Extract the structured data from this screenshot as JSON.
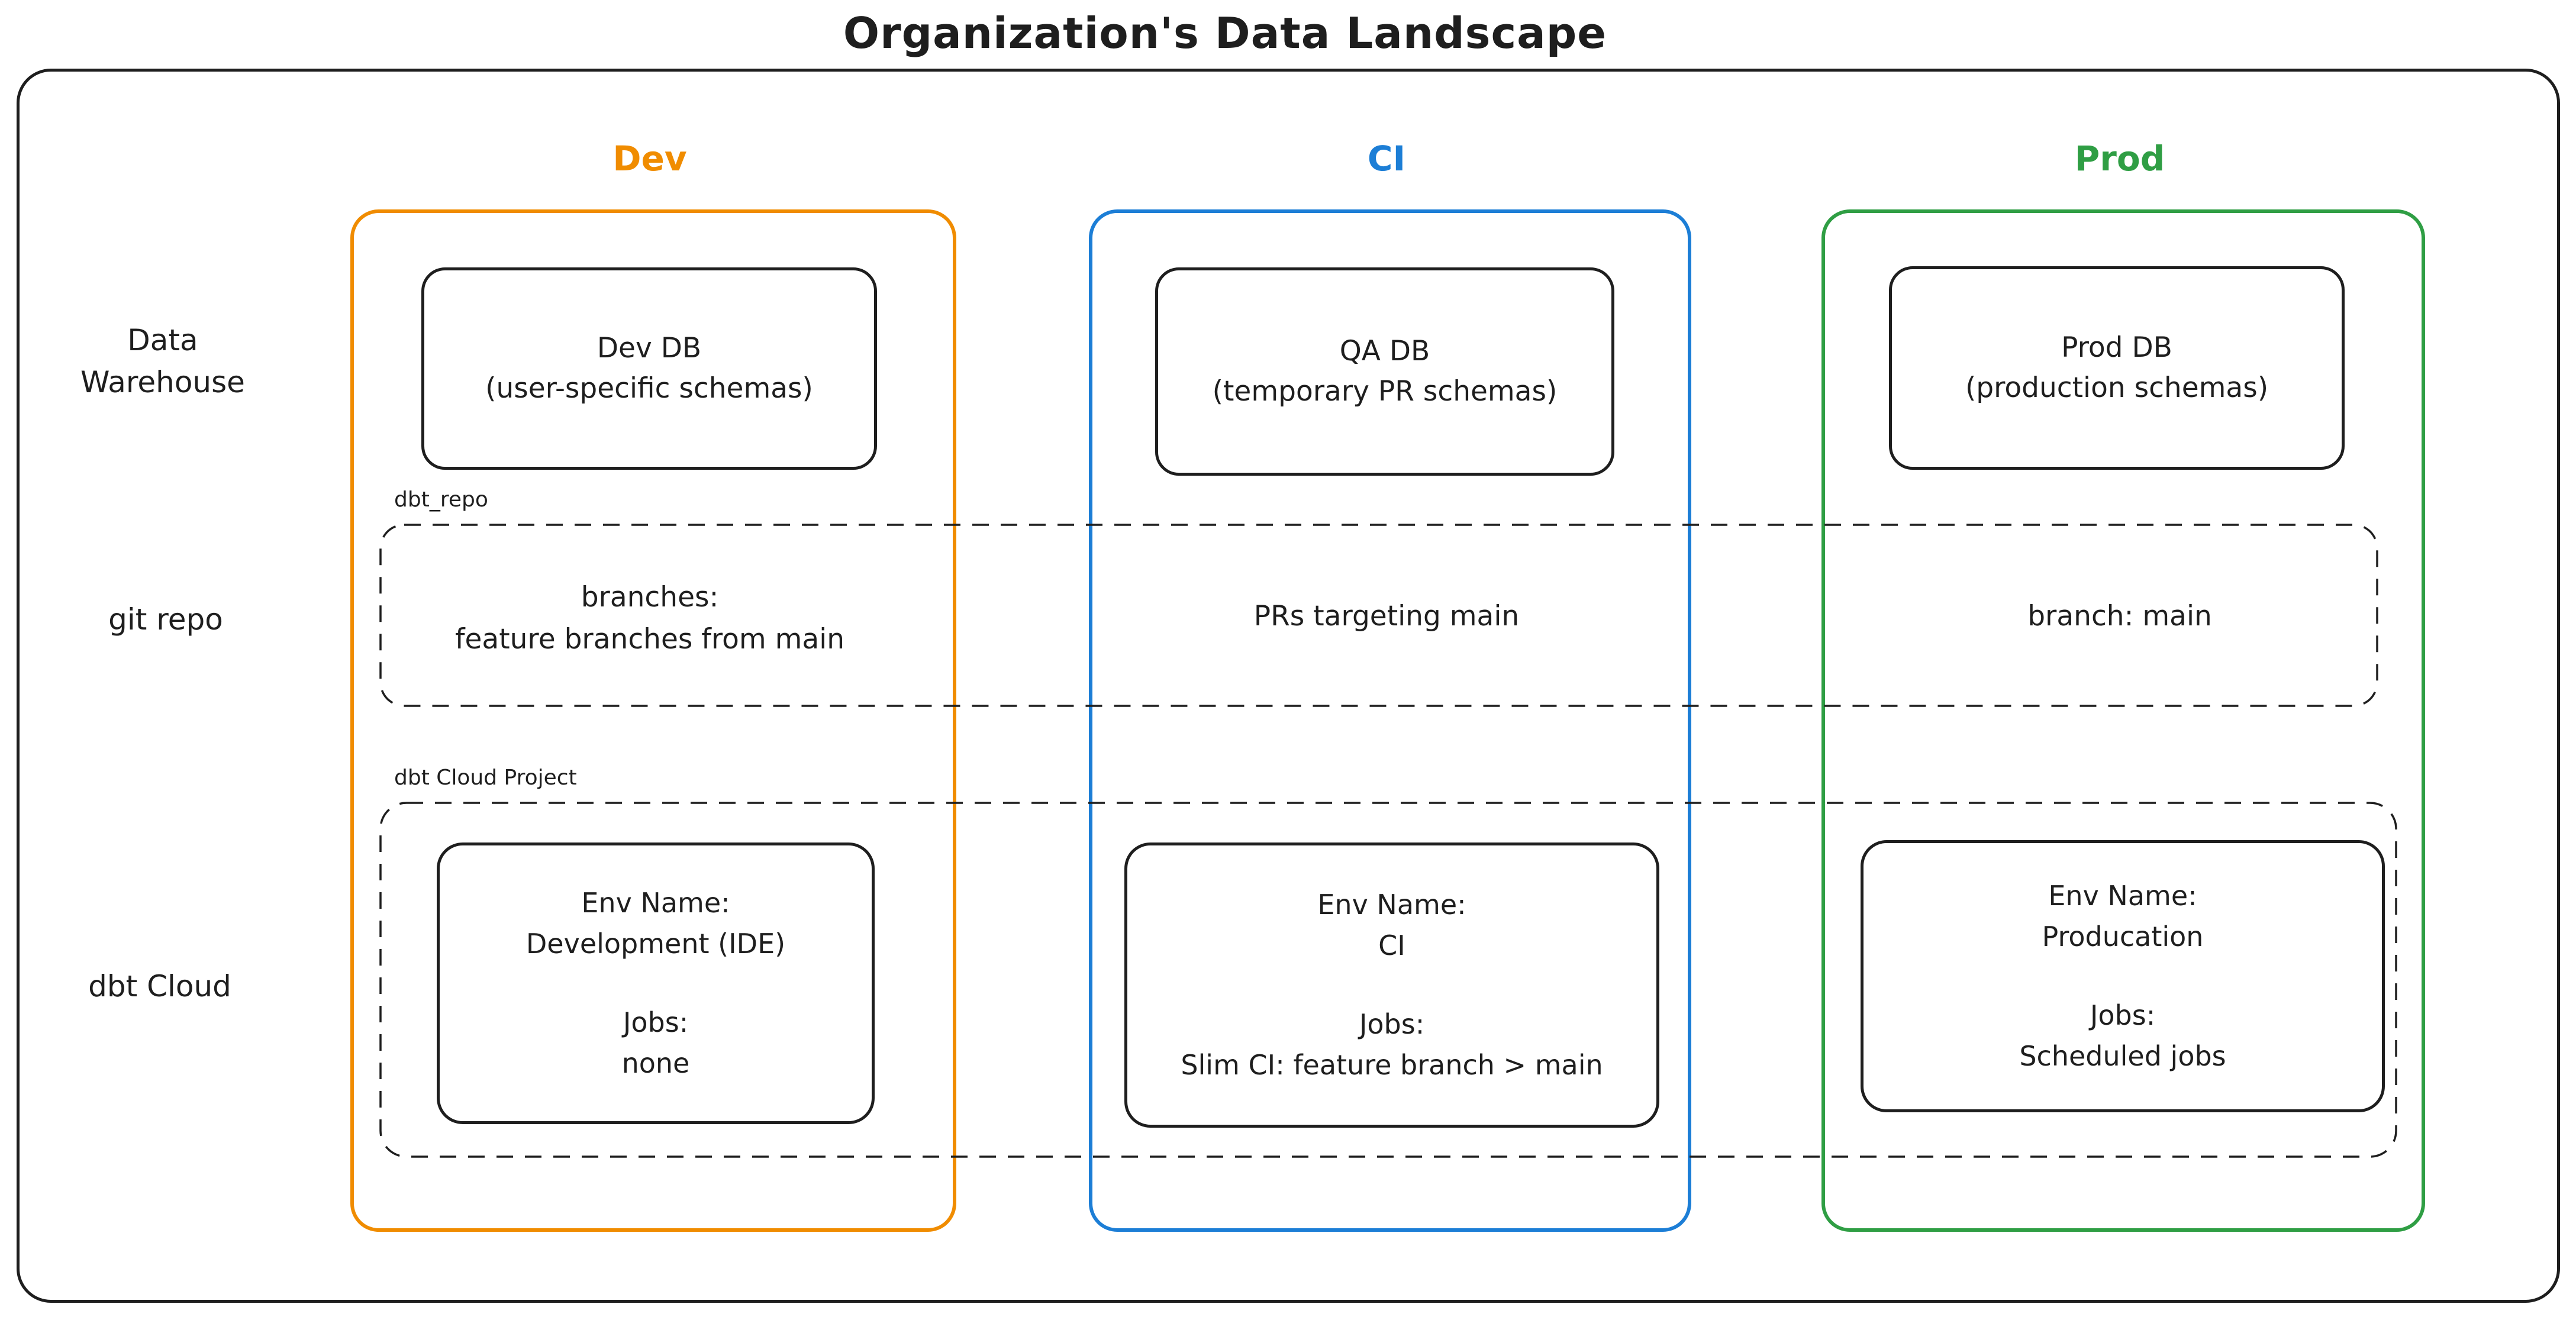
{
  "title": "Organization's Data Landscape",
  "colors": {
    "dev_accent": "#f08c00",
    "ci_accent": "#1c7ed6",
    "prod_accent": "#2f9e44",
    "ink": "#1e1e1e"
  },
  "row_labels": {
    "warehouse_line1": "Data",
    "warehouse_line2": "Warehouse",
    "git": "git repo",
    "cloud": "dbt Cloud"
  },
  "overlay_labels": {
    "repo": "dbt_repo",
    "project": "dbt Cloud Project"
  },
  "columns": [
    {
      "id": "dev",
      "header": "Dev",
      "db": {
        "name": "Dev DB",
        "schemas": "(user-specific schemas)"
      },
      "git": {
        "line1": "branches:",
        "line2": "feature branches from main"
      },
      "cloud": {
        "env_label": "Env Name:",
        "env_name": "Development (IDE)",
        "jobs_label": "Jobs:",
        "jobs": "none"
      }
    },
    {
      "id": "ci",
      "header": "CI",
      "db": {
        "name": "QA DB",
        "schemas": "(temporary PR schemas)"
      },
      "git": {
        "line1": "PRs targeting main"
      },
      "cloud": {
        "env_label": "Env Name:",
        "env_name": "CI",
        "jobs_label": "Jobs:",
        "jobs": "Slim CI: feature branch > main"
      }
    },
    {
      "id": "prod",
      "header": "Prod",
      "db": {
        "name": "Prod DB",
        "schemas": "(production schemas)"
      },
      "git": {
        "line1": "branch: main"
      },
      "cloud": {
        "env_label": "Env Name:",
        "env_name": "Producation",
        "jobs_label": "Jobs:",
        "jobs": "Scheduled jobs"
      }
    }
  ]
}
